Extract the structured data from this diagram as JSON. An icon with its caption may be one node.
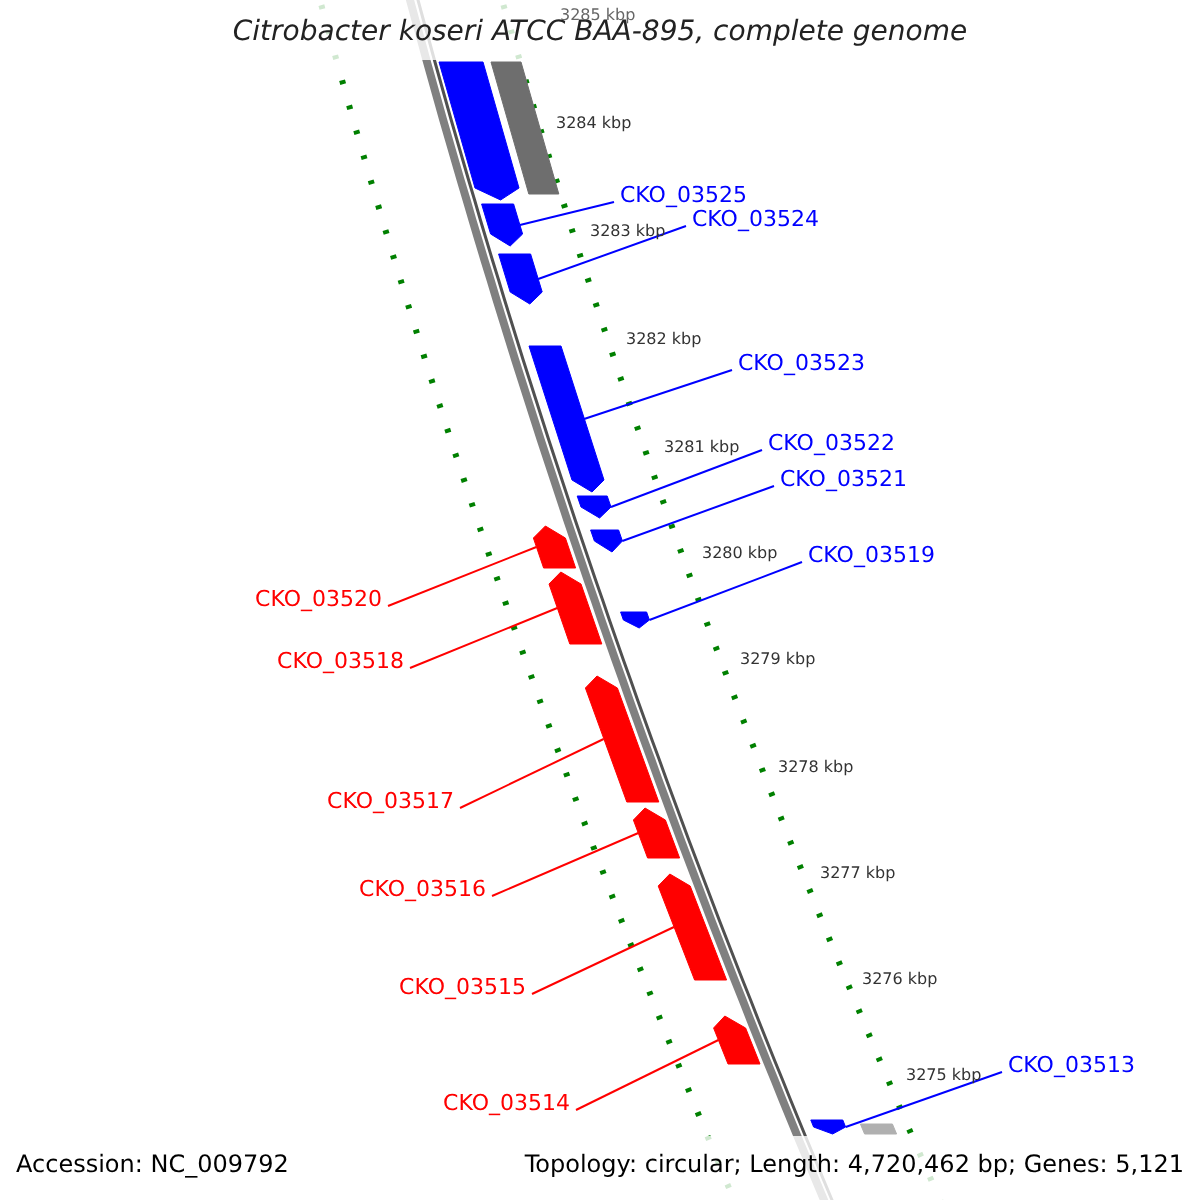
{
  "diagram": {
    "title": "Citrobacter koseri ATCC BAA-895, complete genome",
    "nodes": [
      {
        "text": [
          "CKO_03525"
        ]
      },
      {
        "text": [
          "CKO_03524"
        ]
      },
      {
        "text": [
          "CKO_03523"
        ]
      },
      {
        "text": [
          "CKO_03522"
        ]
      },
      {
        "text": [
          "CKO_03521"
        ]
      },
      {
        "text": [
          "CKO_03519"
        ]
      },
      {
        "text": [
          "CKO_03520"
        ]
      },
      {
        "text": [
          "CKO_03518"
        ]
      },
      {
        "text": [
          "CKO_03517"
        ]
      },
      {
        "text": [
          "CKO_03516"
        ]
      },
      {
        "text": [
          "CKO_03515"
        ]
      },
      {
        "text": [
          "CKO_03514"
        ]
      },
      {
        "text": [
          "CKO_03513"
        ]
      },
      {
        "text": [],
        "shape": "box"
      },
      {
        "text": [],
        "shape": "bar"
      },
      {
        "text": [],
        "shape": "box"
      },
      {
        "text": [],
        "shape": "box"
      },
      {
        "text": [],
        "shape": "box"
      },
      {
        "text": [],
        "shape": "box"
      },
      {
        "text": [],
        "shape": "box"
      },
      {
        "text": [],
        "shape": "box"
      },
      {
        "text": [],
        "shape": "box"
      },
      {
        "text": [],
        "shape": "box"
      },
      {
        "text": [],
        "shape": "box"
      },
      {
        "text": [],
        "shape": "box"
      },
      {
        "text": [],
        "shape": "box"
      },
      {
        "text": [],
        "shape": "box"
      },
      {
        "text": [],
        "shape": "box"
      },
      {
        "text": [],
        "shape": "bar"
      }
    ],
    "edges": [
      {
        "from": 0,
        "to": 15,
        "arrow": "none"
      },
      {
        "from": 1,
        "to": 16,
        "arrow": "none"
      },
      {
        "from": 2,
        "to": 17,
        "arrow": "none"
      },
      {
        "from": 3,
        "to": 18,
        "arrow": "none"
      },
      {
        "from": 4,
        "to": 19,
        "arrow": "none"
      },
      {
        "from": 5,
        "to": 20,
        "arrow": "none"
      },
      {
        "from": 6,
        "to": 21,
        "arrow": "none",
        "color": "#ff0000"
      },
      {
        "from": 7,
        "to": 22,
        "arrow": "none",
        "color": "#ff0000"
      },
      {
        "from": 8,
        "to": 23,
        "arrow": "none",
        "color": "#ff0000"
      },
      {
        "from": 9,
        "to": 24,
        "arrow": "none",
        "color": "#ff0000"
      },
      {
        "from": 10,
        "to": 25,
        "arrow": "none",
        "color": "#ff0000"
      },
      {
        "from": 11,
        "to": 26,
        "arrow": "none",
        "color": "#ff0000"
      },
      {
        "from": 12,
        "to": 27,
        "arrow": "none"
      }
    ],
    "labels": [
      "3285 kbp",
      "3284 kbp",
      "3283 kbp",
      "3282 kbp",
      "3281 kbp",
      "3280 kbp",
      "3279 kbp",
      "3278 kbp",
      "3277 kbp",
      "3276 kbp",
      "3275 kbp",
      "Accession: NC_009792",
      "Topology: circular; Length: 4,720,462 bp; Genes: 5,121"
    ]
  }
}
